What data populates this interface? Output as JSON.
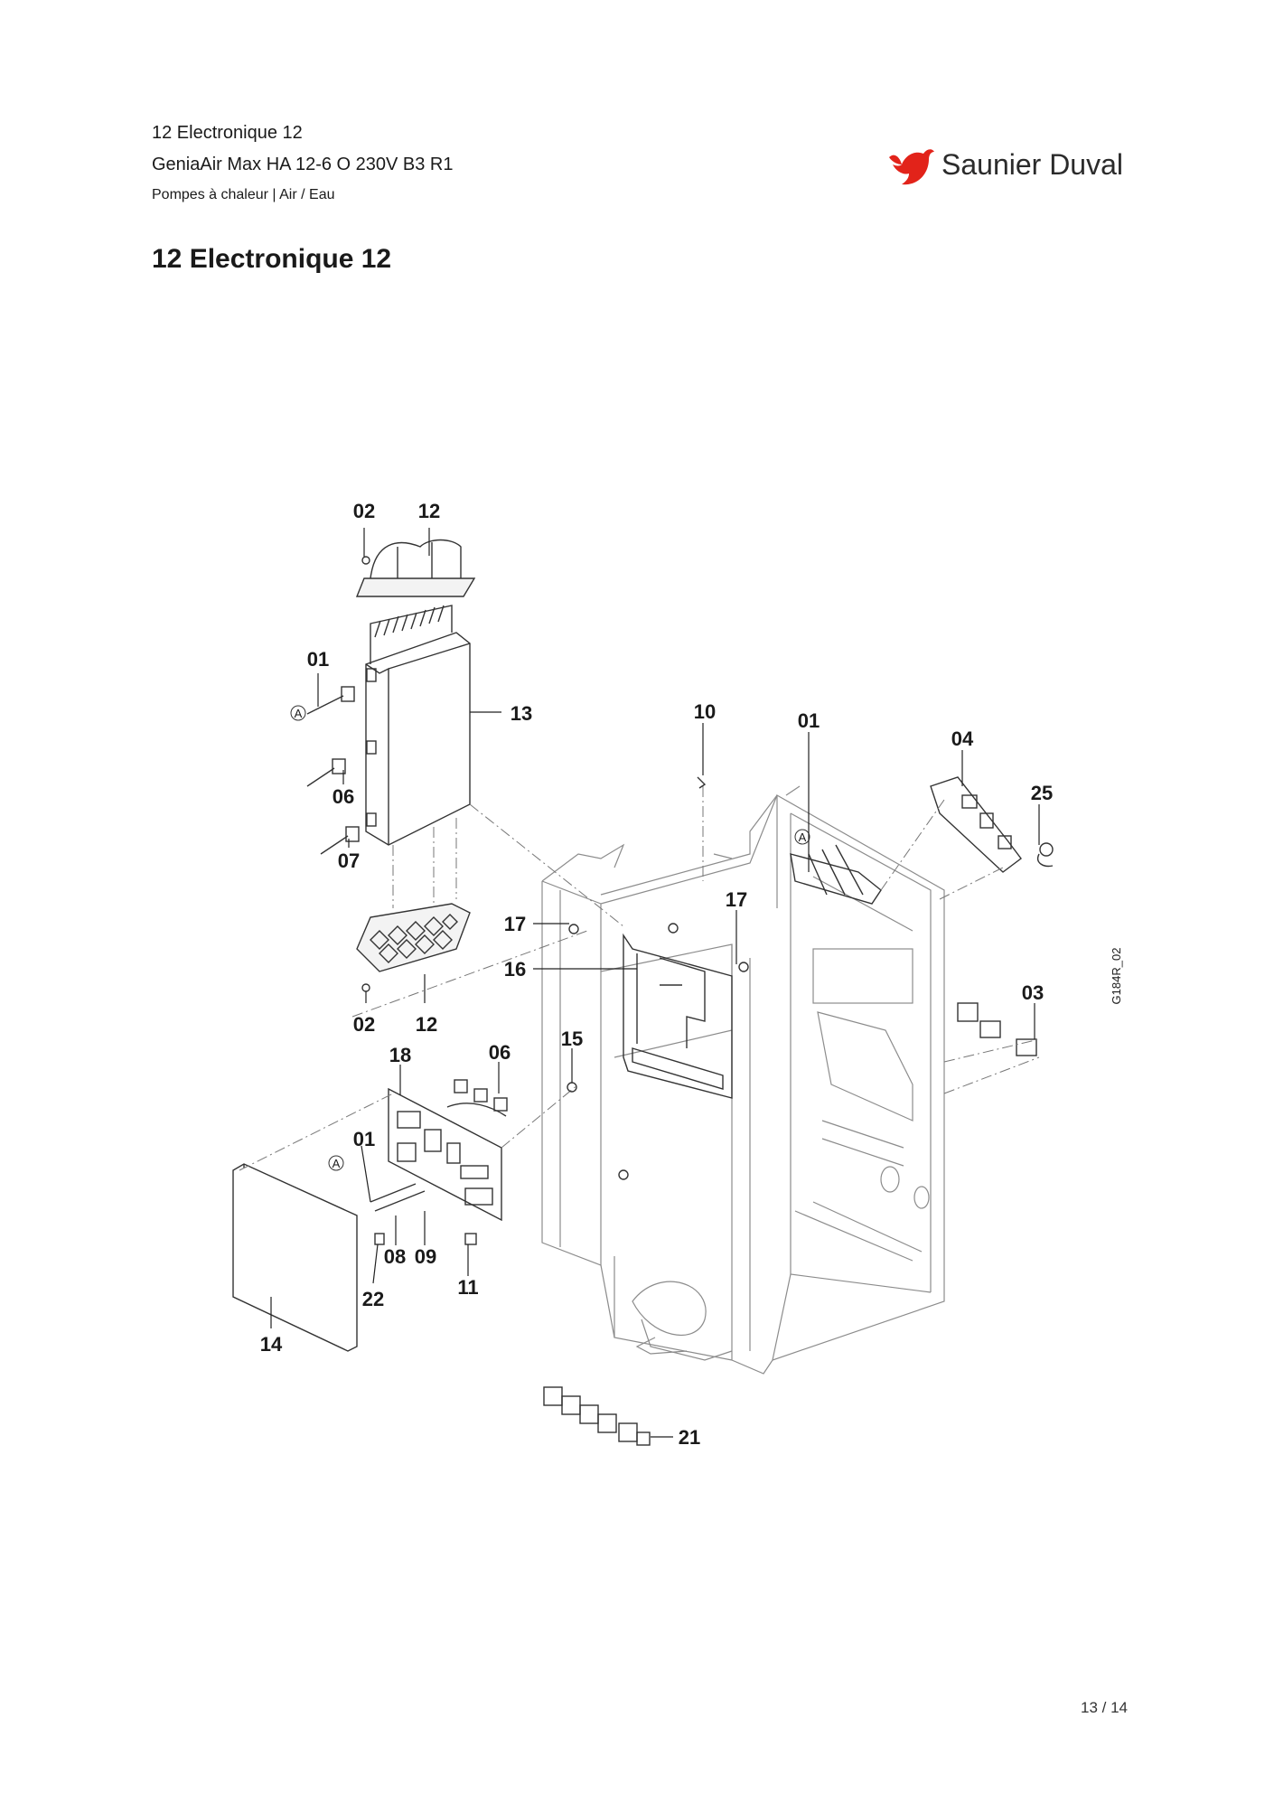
{
  "header": {
    "line1": "12 Electronique 12",
    "line2": "GeniaAir Max HA 12-6 O 230V B3  R1",
    "line3": "Pompes à chaleur | Air / Eau"
  },
  "brand": {
    "name": "Saunier Duval",
    "color": "#e2231a"
  },
  "page_title": "12 Electronique 12",
  "footer": {
    "page": "13 / 14"
  },
  "diagram": {
    "drawing_code": "G184R_02",
    "connector_marker": "A",
    "callouts": [
      "02",
      "12",
      "01",
      "13",
      "06",
      "07",
      "10",
      "01",
      "04",
      "25",
      "17",
      "17",
      "16",
      "02",
      "12",
      "18",
      "06",
      "15",
      "03",
      "01",
      "08",
      "09",
      "22",
      "11",
      "14",
      "21"
    ]
  }
}
